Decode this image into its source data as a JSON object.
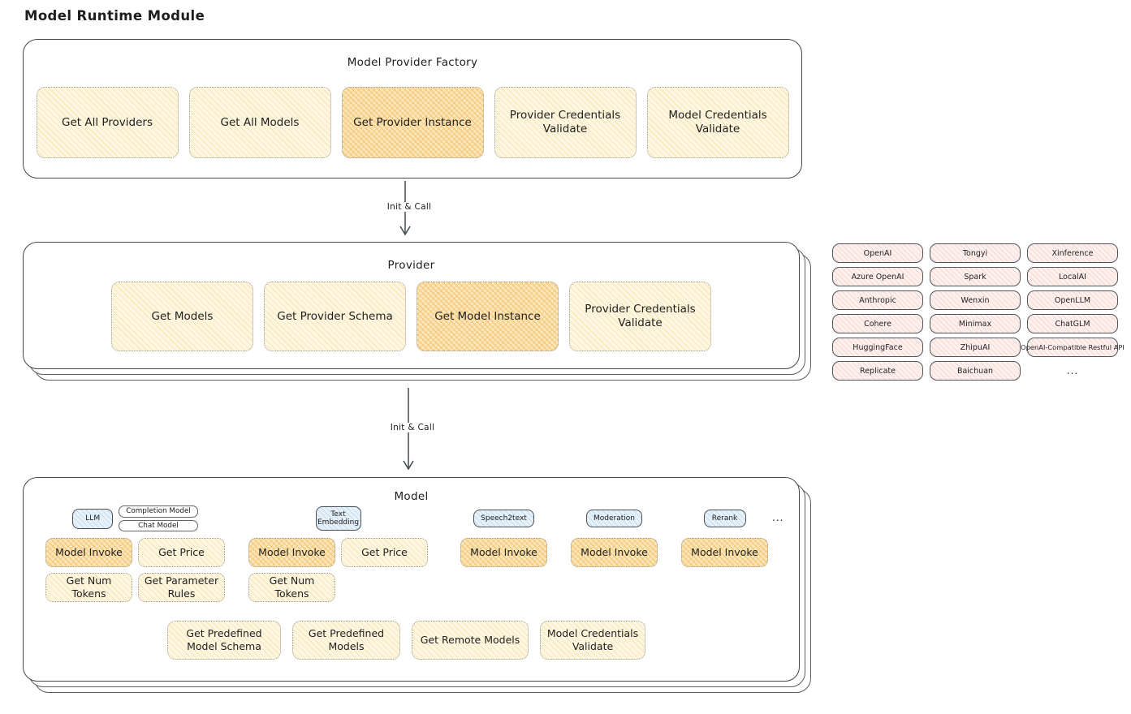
{
  "title": "Model Runtime Module",
  "colors": {
    "stroke": "#43484d",
    "highlight_fill": "#f6cf7d",
    "cream_fill": "#fdf6e0",
    "pink_fill": "#fdf0ed",
    "blue_fill": "#e6f1fa"
  },
  "factory": {
    "header": "Model Provider Factory",
    "buttons": [
      {
        "label": "Get All Providers",
        "highlighted": false
      },
      {
        "label": "Get All Models",
        "highlighted": false
      },
      {
        "label": "Get Provider Instance",
        "highlighted": true
      },
      {
        "label": "Provider Credentials Validate",
        "highlighted": false
      },
      {
        "label": "Model Credentials Validate",
        "highlighted": false
      }
    ]
  },
  "arrow1_label": "Init & Call",
  "arrow2_label": "Init & Call",
  "provider": {
    "header": "Provider",
    "buttons": [
      {
        "label": "Get Models",
        "highlighted": false
      },
      {
        "label": "Get Provider Schema",
        "highlighted": false
      },
      {
        "label": "Get Model Instance",
        "highlighted": true
      },
      {
        "label": "Provider Credentials Validate",
        "highlighted": false
      }
    ]
  },
  "providers": {
    "items": [
      "OpenAI",
      "Tongyi",
      "Xinference",
      "Azure OpenAI",
      "Spark",
      "LocalAI",
      "Anthropic",
      "Wenxin",
      "OpenLLM",
      "Cohere",
      "Minimax",
      "ChatGLM",
      "HuggingFace",
      "ZhipuAI",
      "OpenAI-Compatible Restful API",
      "Replicate",
      "Baichuan"
    ],
    "more": "..."
  },
  "model": {
    "header": "Model",
    "more": "...",
    "groups": [
      {
        "tag": "LLM",
        "subtags": [
          "Completion Model",
          "Chat Model"
        ],
        "buttons": [
          {
            "label": "Model Invoke",
            "highlighted": true
          },
          {
            "label": "Get Price",
            "highlighted": false
          },
          {
            "label": "Get Num Tokens",
            "highlighted": false
          },
          {
            "label": "Get Parameter Rules",
            "highlighted": false
          }
        ]
      },
      {
        "tag": "Text Embedding",
        "buttons": [
          {
            "label": "Model Invoke",
            "highlighted": true
          },
          {
            "label": "Get Price",
            "highlighted": false
          },
          {
            "label": "Get Num Tokens",
            "highlighted": false
          }
        ]
      },
      {
        "tag": "Speech2text",
        "buttons": [
          {
            "label": "Model Invoke",
            "highlighted": true
          }
        ]
      },
      {
        "tag": "Moderation",
        "buttons": [
          {
            "label": "Model Invoke",
            "highlighted": true
          }
        ]
      },
      {
        "tag": "Rerank",
        "buttons": [
          {
            "label": "Model Invoke",
            "highlighted": true
          }
        ]
      }
    ],
    "bottom_buttons": [
      {
        "label": "Get Predefined Model Schema"
      },
      {
        "label": "Get Predefined Models"
      },
      {
        "label": "Get Remote Models"
      },
      {
        "label": "Model Credentials Validate"
      }
    ]
  }
}
